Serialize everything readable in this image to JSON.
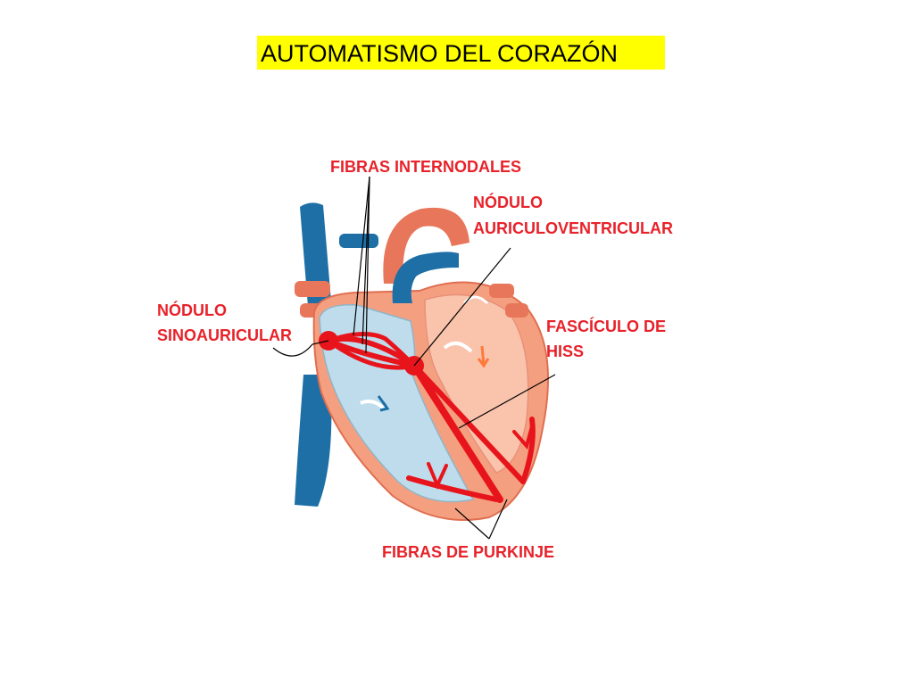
{
  "title": "AUTOMATISMO DEL CORAZÓN",
  "colors": {
    "title_bg": "#ffff00",
    "label": "#e8222a",
    "conduction": "#e8141c",
    "vessel_blue": "#1d6fa5",
    "aorta": "#e8765a",
    "myocardium": "#f4a080",
    "right_chamber": "#bfdcec",
    "left_chamber": "#f9c3ac"
  },
  "labels": {
    "internodal_fibers": "FIBRAS INTERNODALES",
    "av_node_line1": "NÓDULO",
    "av_node_line2": "AURICULOVENTRICULAR",
    "sa_node_line1": "NÓDULO",
    "sa_node_line2": "SINOAURICULAR",
    "his_line1": "FASCÍCULO DE",
    "his_line2": "HISS",
    "purkinje": "FIBRAS DE PURKINJE"
  }
}
